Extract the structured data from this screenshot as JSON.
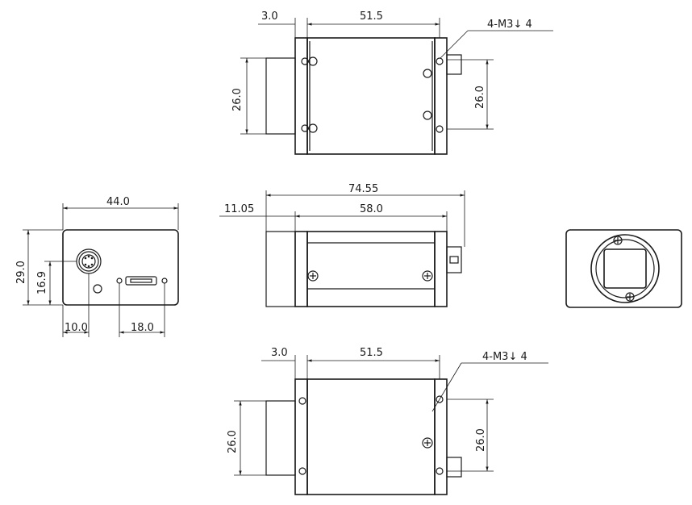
{
  "top_view": {
    "dim_flange": "3.0",
    "dim_body": "51.5",
    "dim_left_height": "26.0",
    "dim_right_height": "26.0",
    "thread_note": "4-M3↓ 4"
  },
  "side_view": {
    "dim_total": "74.55",
    "dim_lens": "11.05",
    "dim_body": "58.0"
  },
  "back_view": {
    "dim_width": "44.0",
    "dim_height": "29.0",
    "dim_connector_height": "16.9",
    "dim_connector_offset": "10.0",
    "dim_usb_spacing": "18.0"
  },
  "bottom_view": {
    "dim_flange": "3.0",
    "dim_body": "51.5",
    "dim_left_height": "26.0",
    "dim_right_height": "26.0",
    "thread_note": "4-M3↓ 4"
  },
  "front_view": {}
}
